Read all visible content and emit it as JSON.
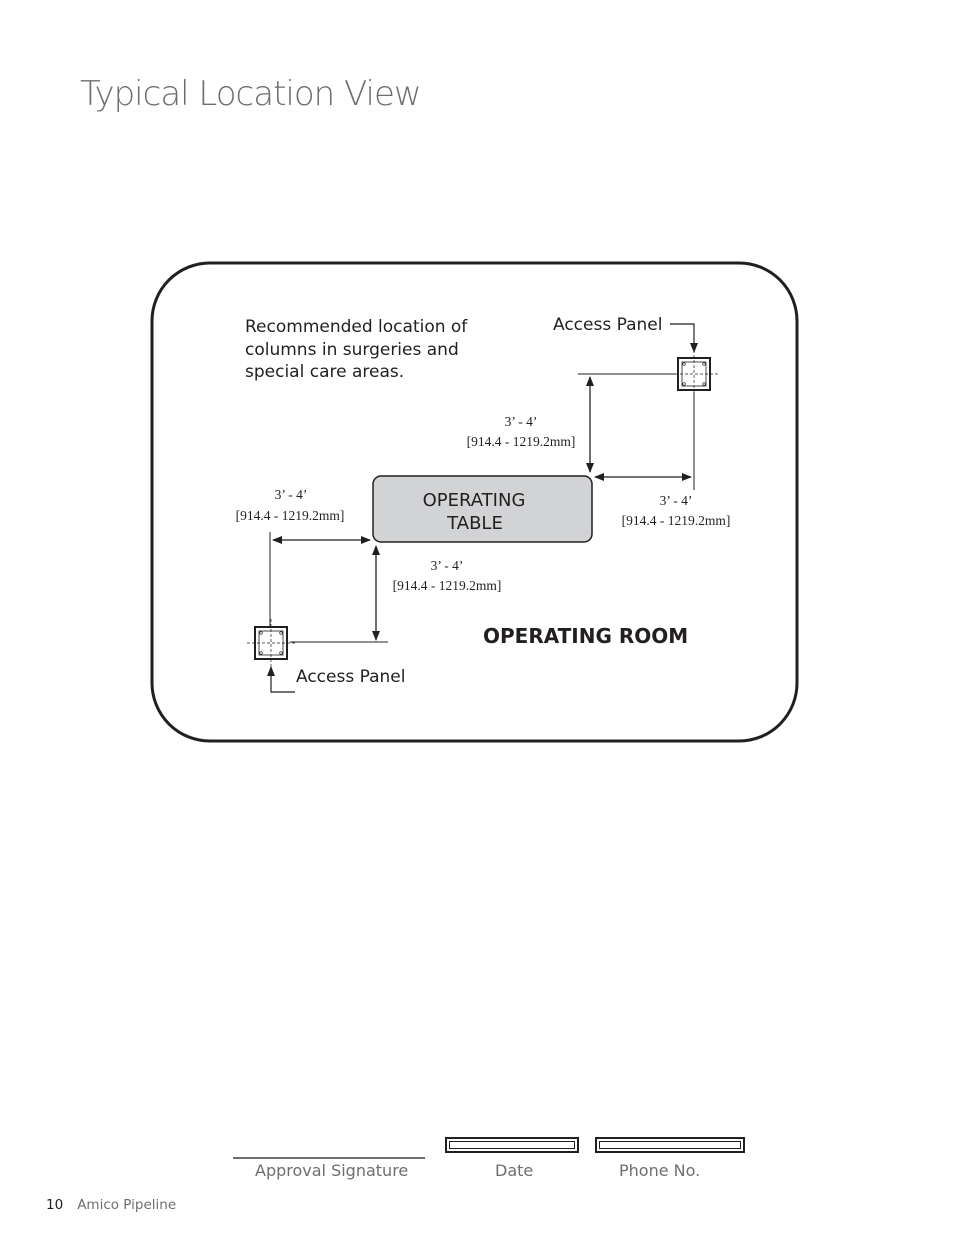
{
  "page": {
    "title": "Typical Location View"
  },
  "diagram": {
    "note_lines": [
      "Recommended location of",
      "columns in surgeries and",
      "special care areas."
    ],
    "access_panel_top": "Access Panel",
    "access_panel_bottom": "Access Panel",
    "table_lines": [
      "OPERATING",
      "TABLE"
    ],
    "room_label": "OPERATING ROOM",
    "dimensions": {
      "top_vertical": {
        "feet": "3’ - 4’",
        "mm": "[914.4 - 1219.2mm]"
      },
      "right_horizontal": {
        "feet": "3’ - 4’",
        "mm": "[914.4 - 1219.2mm]"
      },
      "left_horizontal": {
        "feet": "3’ - 4’",
        "mm": "[914.4 - 1219.2mm]"
      },
      "bottom_vertical": {
        "feet": "3’ - 4’",
        "mm": "[914.4 - 1219.2mm]"
      }
    }
  },
  "form": {
    "approval_label": "Approval Signature",
    "date_label": "Date",
    "phone_label": "Phone No."
  },
  "footer": {
    "page_number": "10",
    "brand": "Amico Pipeline"
  }
}
